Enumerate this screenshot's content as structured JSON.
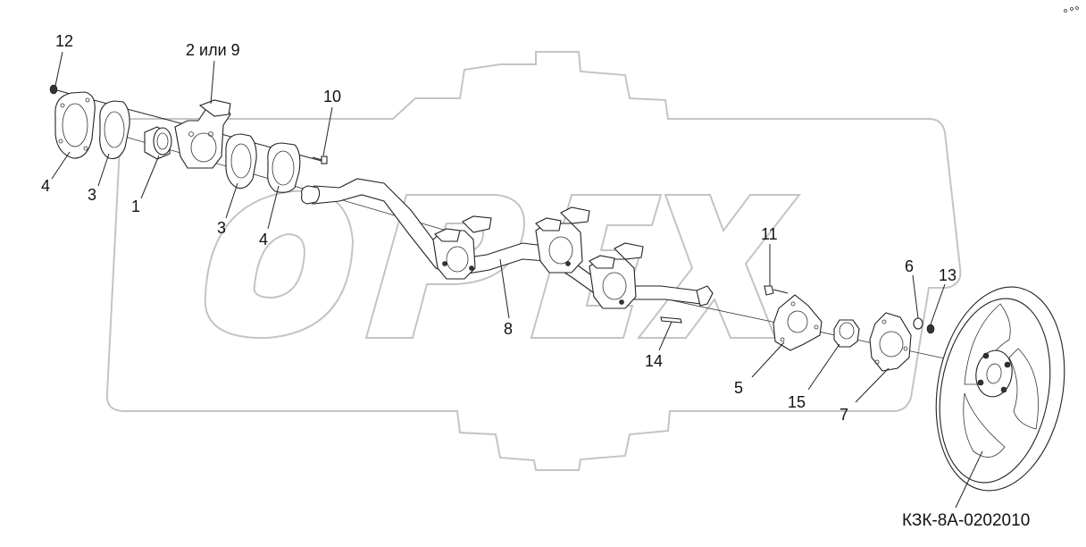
{
  "drawing": {
    "code": "КЗК-8А-0202010",
    "watermark_letters": [
      "O",
      "P",
      "E",
      "X"
    ],
    "callouts": [
      {
        "id": "c12",
        "text": "12"
      },
      {
        "id": "c2or9",
        "text": "2 или 9"
      },
      {
        "id": "c10",
        "text": "10"
      },
      {
        "id": "c4a",
        "text": "4"
      },
      {
        "id": "c3a",
        "text": "3"
      },
      {
        "id": "c1",
        "text": "1"
      },
      {
        "id": "c3b",
        "text": "3"
      },
      {
        "id": "c4b",
        "text": "4"
      },
      {
        "id": "c8",
        "text": "8"
      },
      {
        "id": "c11",
        "text": "11"
      },
      {
        "id": "c14",
        "text": "14"
      },
      {
        "id": "c5",
        "text": "5"
      },
      {
        "id": "c15",
        "text": "15"
      },
      {
        "id": "c6",
        "text": "6"
      },
      {
        "id": "c13",
        "text": "13"
      },
      {
        "id": "c7",
        "text": "7"
      }
    ]
  }
}
